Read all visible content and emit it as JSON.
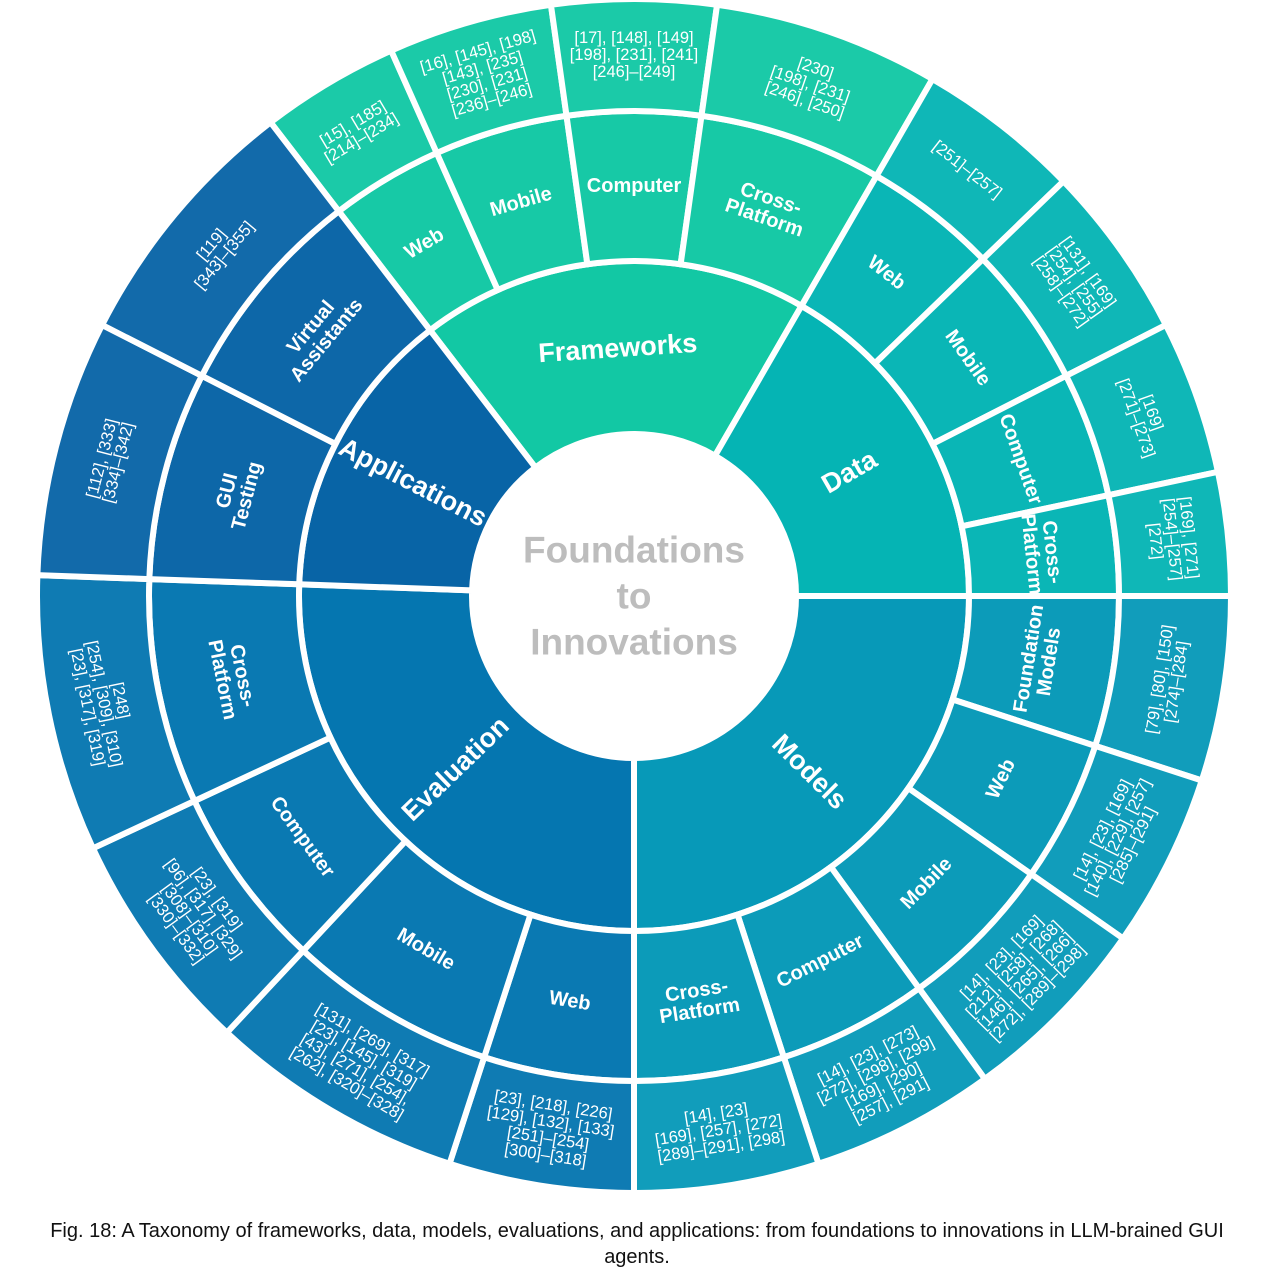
{
  "diagram": {
    "center_lines": [
      "Foundations",
      "to",
      "Innovations"
    ],
    "colors": {
      "frameworks": "#12c8a4",
      "data": "#05b4b4",
      "models": "#0799b8",
      "evaluation": "#0576b0",
      "applications": "#0864a6",
      "center_text": "#bdbdbd",
      "separator": "#ffffff"
    },
    "categories": [
      {
        "key": "frameworks",
        "label": "Frameworks",
        "children": [
          {
            "label": [
              "Web"
            ],
            "refs": [
              "[15], [185]",
              "[214]–[234]"
            ]
          },
          {
            "label": [
              "Mobile"
            ],
            "refs": [
              "[16], [145], [198]",
              "[143], [235]",
              "[230], [231]",
              "[236]–[246]"
            ]
          },
          {
            "label": [
              "Computer"
            ],
            "refs": [
              "[17], [148], [149]",
              "[198], [231], [241]",
              "[246]–[249]"
            ]
          },
          {
            "label": [
              "Cross-",
              "Platform"
            ],
            "refs": [
              "[230]",
              "[198], [231]",
              "[246], [250]"
            ]
          }
        ]
      },
      {
        "key": "data",
        "label": "Data",
        "children": [
          {
            "label": [
              "Web"
            ],
            "refs": [
              "[251]–[257]"
            ]
          },
          {
            "label": [
              "Mobile"
            ],
            "refs": [
              "[131], [169]",
              "[254], [255]",
              "[258]–[272]"
            ]
          },
          {
            "label": [
              "Computer"
            ],
            "refs": [
              "[169]",
              "[271]–[273]"
            ]
          },
          {
            "label": [
              "Cross-",
              "Platform"
            ],
            "refs": [
              "[169], [271]",
              "[254]–[257]",
              "[272]"
            ]
          }
        ]
      },
      {
        "key": "models",
        "label": "Models",
        "children": [
          {
            "label": [
              "Foundation",
              "Models"
            ],
            "refs": [
              "[79], [80], [150]",
              "[274]–[284]"
            ]
          },
          {
            "label": [
              "Web"
            ],
            "refs": [
              "[14], [23], [169]",
              "[140], [229], [257]",
              "[285]–[291]"
            ]
          },
          {
            "label": [
              "Mobile"
            ],
            "refs": [
              "[14], [23], [169]",
              "[212], [258], [268]",
              "[146], [265], [266]",
              "[272], [289]–[298]"
            ]
          },
          {
            "label": [
              "Computer"
            ],
            "refs": [
              "[14], [23], [273]",
              "[272], [298], [299]",
              "[169], [290]",
              "[257], [291]"
            ]
          },
          {
            "label": [
              "Cross-",
              "Platform"
            ],
            "refs": [
              "[14], [23]",
              "[169], [257], [272]",
              "[289]–[291], [298]"
            ]
          }
        ]
      },
      {
        "key": "evaluation",
        "label": "Evaluation",
        "children": [
          {
            "label": [
              "Web"
            ],
            "refs": [
              "[23], [218], [226]",
              "[129], [132], [133]",
              "[251]–[254]",
              "[300]–[318]"
            ]
          },
          {
            "label": [
              "Mobile"
            ],
            "refs": [
              "[131], [269], [317]",
              "[23], [145], [319]",
              "[43], [271], [254],",
              "[262], [320]–[328]"
            ]
          },
          {
            "label": [
              "Computer"
            ],
            "refs": [
              "[23], [319]",
              "[96], [317], [329]",
              "[308]–[310]",
              "[330]–[332]"
            ]
          },
          {
            "label": [
              "Cross-",
              "Platform"
            ],
            "refs": [
              "[248]",
              "[254], [309], [310]",
              "[23], [317], [319]"
            ]
          }
        ]
      },
      {
        "key": "applications",
        "label": "Applications",
        "children": [
          {
            "label": [
              "GUI",
              "Testing"
            ],
            "refs": [
              "[112], [333]",
              "[334]–[342]"
            ]
          },
          {
            "label": [
              "Virtual",
              "Assistants"
            ],
            "refs": [
              "[119]",
              "[343]–[355]"
            ]
          }
        ]
      }
    ]
  },
  "caption": "Fig. 18: A Taxonomy of frameworks, data, models, evaluations, and applications: from foundations to innovations in LLM-brained GUI agents."
}
